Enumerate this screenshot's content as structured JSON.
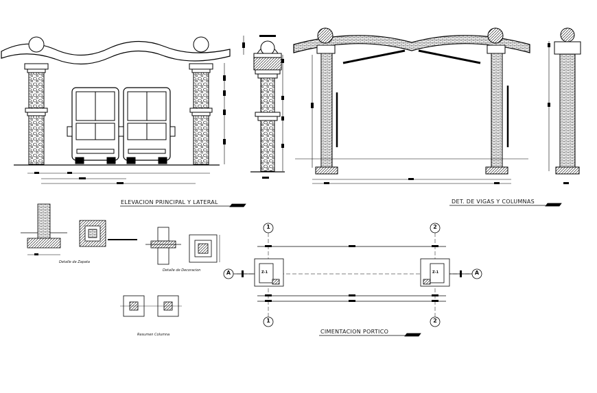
{
  "titles": {
    "elevation": "ELEVACION PRINCIPAL Y LATERAL",
    "beams": "DET. DE VIGAS Y COLUMNAS",
    "foundation": "CIMENTACION PORTICO"
  },
  "captions": {
    "footing": "Detalle de Zapata",
    "decoration": "Detalle de Decoracion",
    "column_summary": "Resumen Columna"
  },
  "grid": {
    "axis_1": "1",
    "axis_2": "2",
    "axis_a": "A"
  },
  "tags": {
    "footing_left": "Z-1",
    "footing_right": "Z-1"
  }
}
